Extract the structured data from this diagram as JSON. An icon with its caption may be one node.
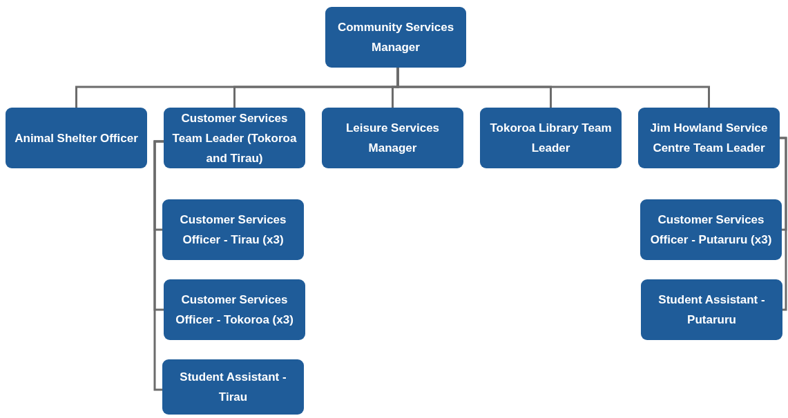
{
  "diagram": {
    "nodes": [
      {
        "text": [
          "Community Services Manager"
        ]
      },
      {
        "text": [
          "Animal Shelter Officer"
        ]
      },
      {
        "text": [
          "Customer Services Team Leader (Tokoroa and Tirau)"
        ]
      },
      {
        "text": [
          "Leisure Services Manager"
        ]
      },
      {
        "text": [
          "Tokoroa Library Team Leader"
        ]
      },
      {
        "text": [
          "Jim Howland Service Centre Team Leader"
        ]
      },
      {
        "text": [
          "Customer Services Officer - Tirau (x3)"
        ]
      },
      {
        "text": [
          "Customer Services Officer - Tokoroa (x3)"
        ]
      },
      {
        "text": [
          "Student Assistant - Tirau"
        ]
      },
      {
        "text": [
          "Customer Services Officer - Putaruru (x3)"
        ]
      },
      {
        "text": [
          "Student Assistant - Putaruru"
        ]
      }
    ],
    "edges": [
      {
        "from": 0,
        "to": 1,
        "arrow": "none"
      },
      {
        "from": 0,
        "to": 2,
        "arrow": "none"
      },
      {
        "from": 0,
        "to": 3,
        "arrow": "none"
      },
      {
        "from": 0,
        "to": 4,
        "arrow": "none"
      },
      {
        "from": 0,
        "to": 5,
        "arrow": "none"
      },
      {
        "from": 2,
        "to": 6,
        "arrow": "none"
      },
      {
        "from": 2,
        "to": 7,
        "arrow": "none"
      },
      {
        "from": 2,
        "to": 8,
        "arrow": "none"
      },
      {
        "from": 5,
        "to": 9,
        "arrow": "none"
      },
      {
        "from": 5,
        "to": 10,
        "arrow": "none"
      }
    ]
  }
}
